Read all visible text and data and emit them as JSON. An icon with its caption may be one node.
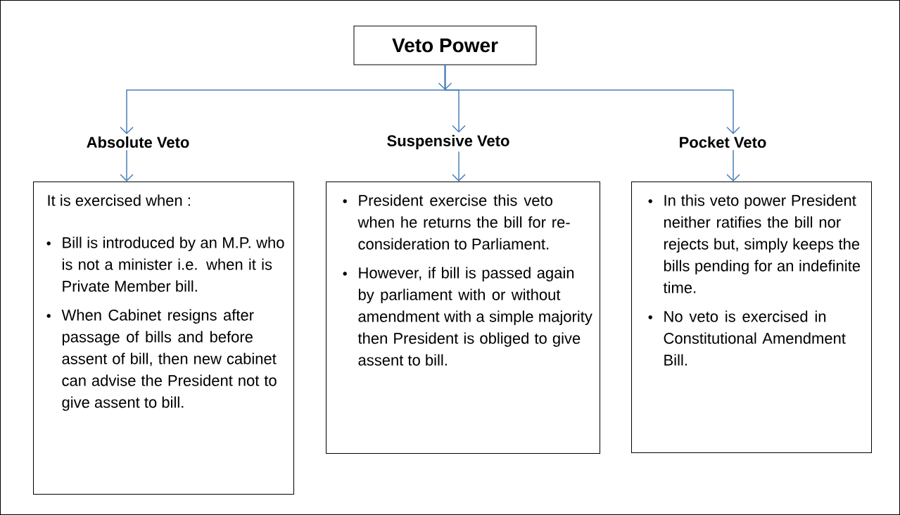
{
  "diagram": {
    "nodes": [
      {
        "text": [
          "Veto Power"
        ]
      },
      {
        "text": [
          "Absolute Veto"
        ]
      },
      {
        "text": [
          "Suspensive Veto"
        ]
      },
      {
        "text": [
          "Pocket Veto"
        ]
      },
      {
        "text": [
          "It is exercised when :",
          "Bill is introduced by an M.P. who is not a minister i.e. when it is Private Member bill.",
          "When Cabinet resigns after passage of bills and before assent of bill, then new cabinet can advise the President not to give assent to bill."
        ]
      },
      {
        "text": [
          "President exercise this veto when he returns the bill for re-consideration to Parliament.",
          "However, if bill is passed again by parliament with or without amendment with a simple majority then President is obliged to give assent to bill."
        ]
      },
      {
        "text": [
          "In this veto power President neither ratifies the bill nor rejects but, simply keeps the bills pending for an indefinite time.",
          "No veto is exercised in Constitutional Amendment Bill."
        ]
      }
    ],
    "edges": [
      {
        "from": 0,
        "to": 1,
        "arrow": "to"
      },
      {
        "from": 0,
        "to": 2,
        "arrow": "to"
      },
      {
        "from": 0,
        "to": 3,
        "arrow": "to"
      },
      {
        "from": 1,
        "to": 4,
        "arrow": "to"
      },
      {
        "from": 2,
        "to": 5,
        "arrow": "to"
      },
      {
        "from": 3,
        "to": 6,
        "arrow": "to"
      }
    ]
  }
}
